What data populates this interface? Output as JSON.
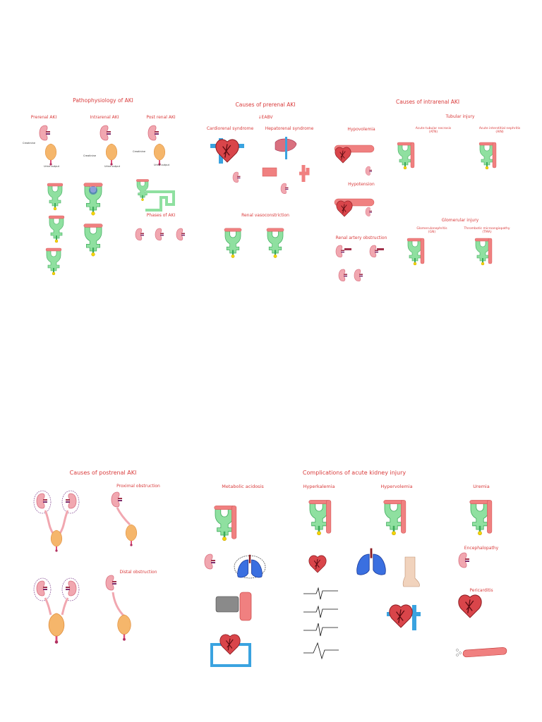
{
  "colors": {
    "title_red": "#d93a3a",
    "kidney": "#f1a7b0",
    "kidney_dark": "#d9707f",
    "vessel": "#f08080",
    "glomerulus": "#8fe0a0",
    "bladder": "#f5b66b",
    "yellow": "#f5d400",
    "blue": "#3aa3e0"
  },
  "aki": {
    "title": "Pathophysiology of AKI",
    "prerenal": "Prerenal AKI",
    "intrarenal": "Intrarenal AKI",
    "postrenal": "Post renal AKI",
    "creatinine": "Creatinine",
    "urine_output": "Urine output",
    "phases": "Phases of AKI"
  },
  "prerenal_causes": {
    "title": "Causes of prerenal AKI",
    "eabv": "↓EABV",
    "cardiorenal": "Cardiorenal syndrome",
    "hepatorenal": "Hepatorenal syndrome",
    "renal_vaso": "Renal vasoconstriction"
  },
  "intrarenal_causes": {
    "title": "Causes of intrarenal AKI",
    "tubular": "Tubular injury",
    "hypovolemia": "Hypovolemia",
    "atn_1": "Acute tubular necrosis",
    "atn_2": "(ATN)",
    "ain_1": "Acute interstitial nephritis",
    "ain_2": "(AIN)",
    "hypotension": "Hypotension",
    "glomerular": "Glomerular injury",
    "gn_1": "Glomerulonephritis",
    "gn_2": "(GN)",
    "tma_1": "Thrombotic microangiopathy",
    "tma_2": "(TMA)",
    "renal_artery": "Renal artery obstruction"
  },
  "postrenal_causes": {
    "title": "Causes of postrenal AKI",
    "proximal": "Proximal obstruction",
    "distal": "Distal obstruction"
  },
  "complications": {
    "title": "Complications of acute kidney injury",
    "acidosis": "Metabolic acidosis",
    "hyperkalemia": "Hyperkalemia",
    "hypervolemia": "Hypervolemia",
    "uremia": "Uremia",
    "encephalopathy": "Encephalopathy",
    "pericarditis": "Pericarditis"
  }
}
